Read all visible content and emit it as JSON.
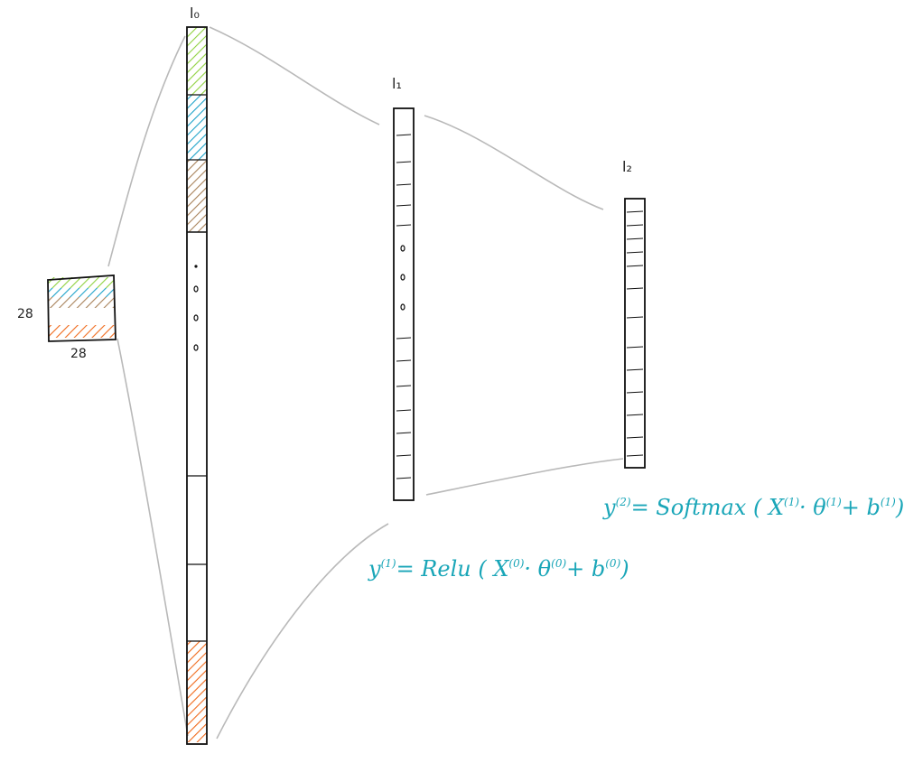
{
  "layers": {
    "l0": {
      "label": "l₀"
    },
    "l1": {
      "label": "l₁"
    },
    "l2": {
      "label": "l₂"
    }
  },
  "input": {
    "height_label": "28",
    "width_label": "28"
  },
  "equations": {
    "hidden": {
      "lhs": "y",
      "lhs_sup": "(1)",
      "rhs_main": "= Relu ( X",
      "x_sup": "(0)",
      "dot_theta": "· θ",
      "theta_sup": "(0)",
      "plus_b": "+ b",
      "b_sup": "(0)",
      "close": ")"
    },
    "output": {
      "lhs": "y",
      "lhs_sup": "(2)",
      "rhs_main": "= Softmax ( X",
      "x_sup": "(1)",
      "dot_theta": "· θ",
      "theta_sup": "(1)",
      "plus_b": "+ b",
      "b_sup": "(1)",
      "close": ")"
    }
  },
  "colors": {
    "green": "#8fd13f",
    "blue": "#1fa3c9",
    "brown": "#a8825a",
    "orange": "#f06a1c",
    "equation": "#1aa6b8",
    "connector": "#b9b9b9",
    "ink": "#111111"
  }
}
